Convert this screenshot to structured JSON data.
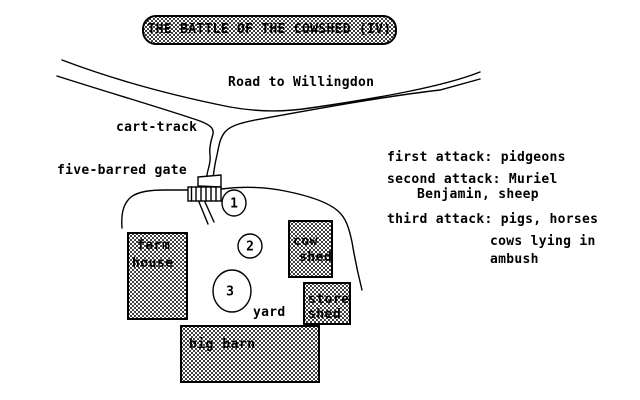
{
  "title": {
    "text": "THE BATTLE OF THE COWSHED (IV)"
  },
  "labels": {
    "road": "Road to Willingdon",
    "cart_track": "cart-track",
    "gate": "five-barred gate",
    "yard": "yard"
  },
  "buildings": {
    "farm_house": {
      "line1": "farm",
      "line2": "house"
    },
    "cow_shed": {
      "line1": "cow",
      "line2": "shed"
    },
    "store_shed": {
      "line1": "store",
      "line2": "shed"
    },
    "big_barn": {
      "label": "big barn"
    }
  },
  "markers": {
    "m1": "1",
    "m2": "2",
    "m3": "3"
  },
  "legend": {
    "lines": [
      "first attack: pidgeons",
      "second attack: Muriel",
      "Benjamin, sheep",
      "third attack: pigs, horses",
      "cows lying in",
      "ambush"
    ]
  },
  "colors": {
    "ink": "#000000",
    "paper": "#ffffff"
  }
}
